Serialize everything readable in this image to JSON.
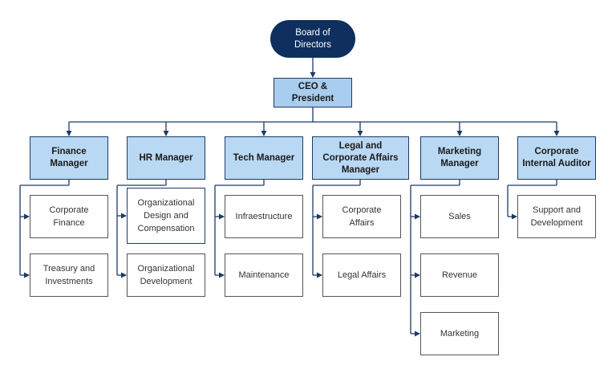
{
  "root": {
    "label": "Board of\nDirectors"
  },
  "ceo": {
    "label": "CEO &\nPresident"
  },
  "departments": [
    {
      "manager": "Finance\nManager",
      "units": [
        "Corporate\nFinance",
        "Treasury and\nInvestments"
      ]
    },
    {
      "manager": "HR Manager",
      "units": [
        "Organizational\nDesign and\nCompensation",
        "Organizational\nDevelopment"
      ]
    },
    {
      "manager": "Tech Manager",
      "units": [
        "Infraestructure",
        "Maintenance"
      ]
    },
    {
      "manager": "Legal and\nCorporate Affairs\nManager",
      "units": [
        "Corporate\nAffairs",
        "Legal Affairs"
      ]
    },
    {
      "manager": "Marketing\nManager",
      "units": [
        "Sales",
        "Revenue",
        "Marketing"
      ]
    },
    {
      "manager": "Corporate\nInternal Auditor",
      "units": [
        "Support and\nDevelopment"
      ]
    }
  ],
  "colors": {
    "root": "#0f2f5e",
    "manager": "#b9d8f3",
    "ceo": "#a9cdee",
    "line": "#1d3a66"
  }
}
